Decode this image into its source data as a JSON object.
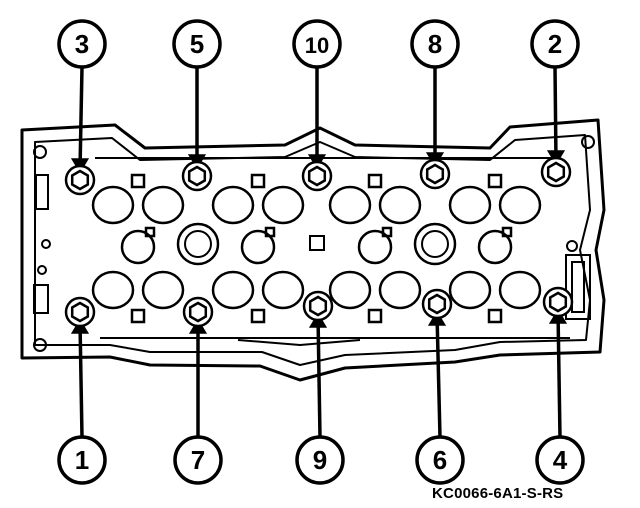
{
  "figure": {
    "caption": "KC0066-6A1-S-RS"
  },
  "bolts": [
    {
      "number": "3"
    },
    {
      "number": "5"
    },
    {
      "number": "10"
    },
    {
      "number": "8"
    },
    {
      "number": "2"
    },
    {
      "number": "1"
    },
    {
      "number": "7"
    },
    {
      "number": "9"
    },
    {
      "number": "6"
    },
    {
      "number": "4"
    }
  ]
}
